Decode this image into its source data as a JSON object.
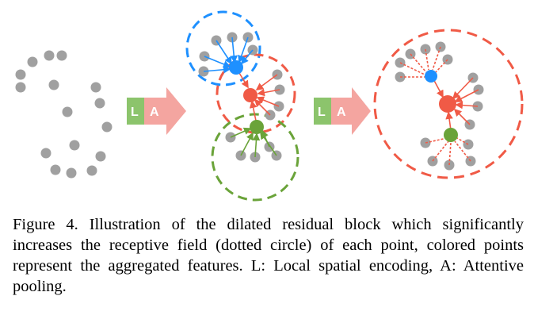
{
  "figure": {
    "arrow_1": {
      "local_label": "L",
      "attentive_label": "A"
    },
    "arrow_2": {
      "local_label": "L",
      "attentive_label": "A"
    }
  },
  "caption": {
    "text": "Figure 4. Illustration of the dilated residual block which significantly increases the receptive field (dotted circle) of each point, colored points represent the aggregated features. L: Local spatial encoding, A: Attentive pooling."
  },
  "colors": {
    "neighbor_point": "#a0a0a0",
    "blue_point": "#1e90ff",
    "red_point": "#f05a46",
    "green_point": "#6aa339",
    "local_box": "#8cc46c",
    "attentive_arrow": "#f4a5a0"
  }
}
